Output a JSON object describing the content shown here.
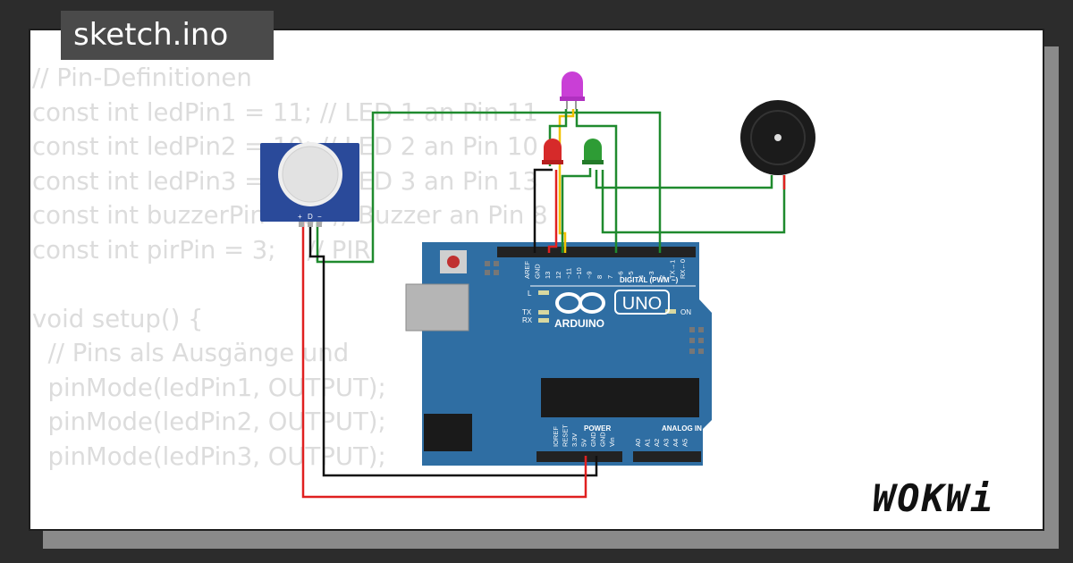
{
  "tab": {
    "title": "sketch.ino"
  },
  "code": {
    "lines": [
      "// Pin-Definitionen",
      "const int ledPin1 = 11; // LED 1 an Pin 11",
      "const int ledPin2 = 10; // LED 2 an Pin 10",
      "const int ledPin3 = 13; // LED 3 an Pin 13",
      "const int buzzerPin = 8; // Buzzer an Pin 8",
      "const int pirPin = 3;    // PIR",
      "",
      "void setup() {",
      "  // Pins als Ausgänge und",
      "  pinMode(ledPin1, OUTPUT);",
      "  pinMode(ledPin2, OUTPUT);",
      "  pinMode(ledPin3, OUTPUT);"
    ]
  },
  "board": {
    "brand": "ARDUINO",
    "model": "UNO",
    "digital_header": "DIGITAL (PWM ~)",
    "power_header": "POWER",
    "analog_header": "ANALOG IN",
    "on_label": "ON",
    "led_l": "L",
    "led_tx": "TX",
    "led_rx": "RX",
    "digital_pins": [
      "AREF",
      "GND",
      "13",
      "12",
      "~11",
      "~10",
      "~9",
      "8",
      "7",
      "~6",
      "~5",
      "4",
      "~3",
      "2",
      "TX→1",
      "RX←0"
    ],
    "power_pins": [
      "IOREF",
      "RESET",
      "3.3V",
      "5V",
      "GND",
      "GND",
      "Vin"
    ],
    "analog_pins": [
      "A0",
      "A1",
      "A2",
      "A3",
      "A4",
      "A5"
    ]
  },
  "pir": {
    "pin_plus": "+",
    "pin_d": "D",
    "pin_minus": "−"
  },
  "colors": {
    "board": "#2f6ea3",
    "wire_green": "#1f8a2e",
    "wire_red": "#e02020",
    "wire_black": "#111111",
    "wire_yellow": "#f2c200",
    "led_purple": "#c93fd6",
    "led_red": "#d62a2a",
    "led_green": "#2e9c35"
  },
  "brand_logo": {
    "text": "WOKWi"
  }
}
